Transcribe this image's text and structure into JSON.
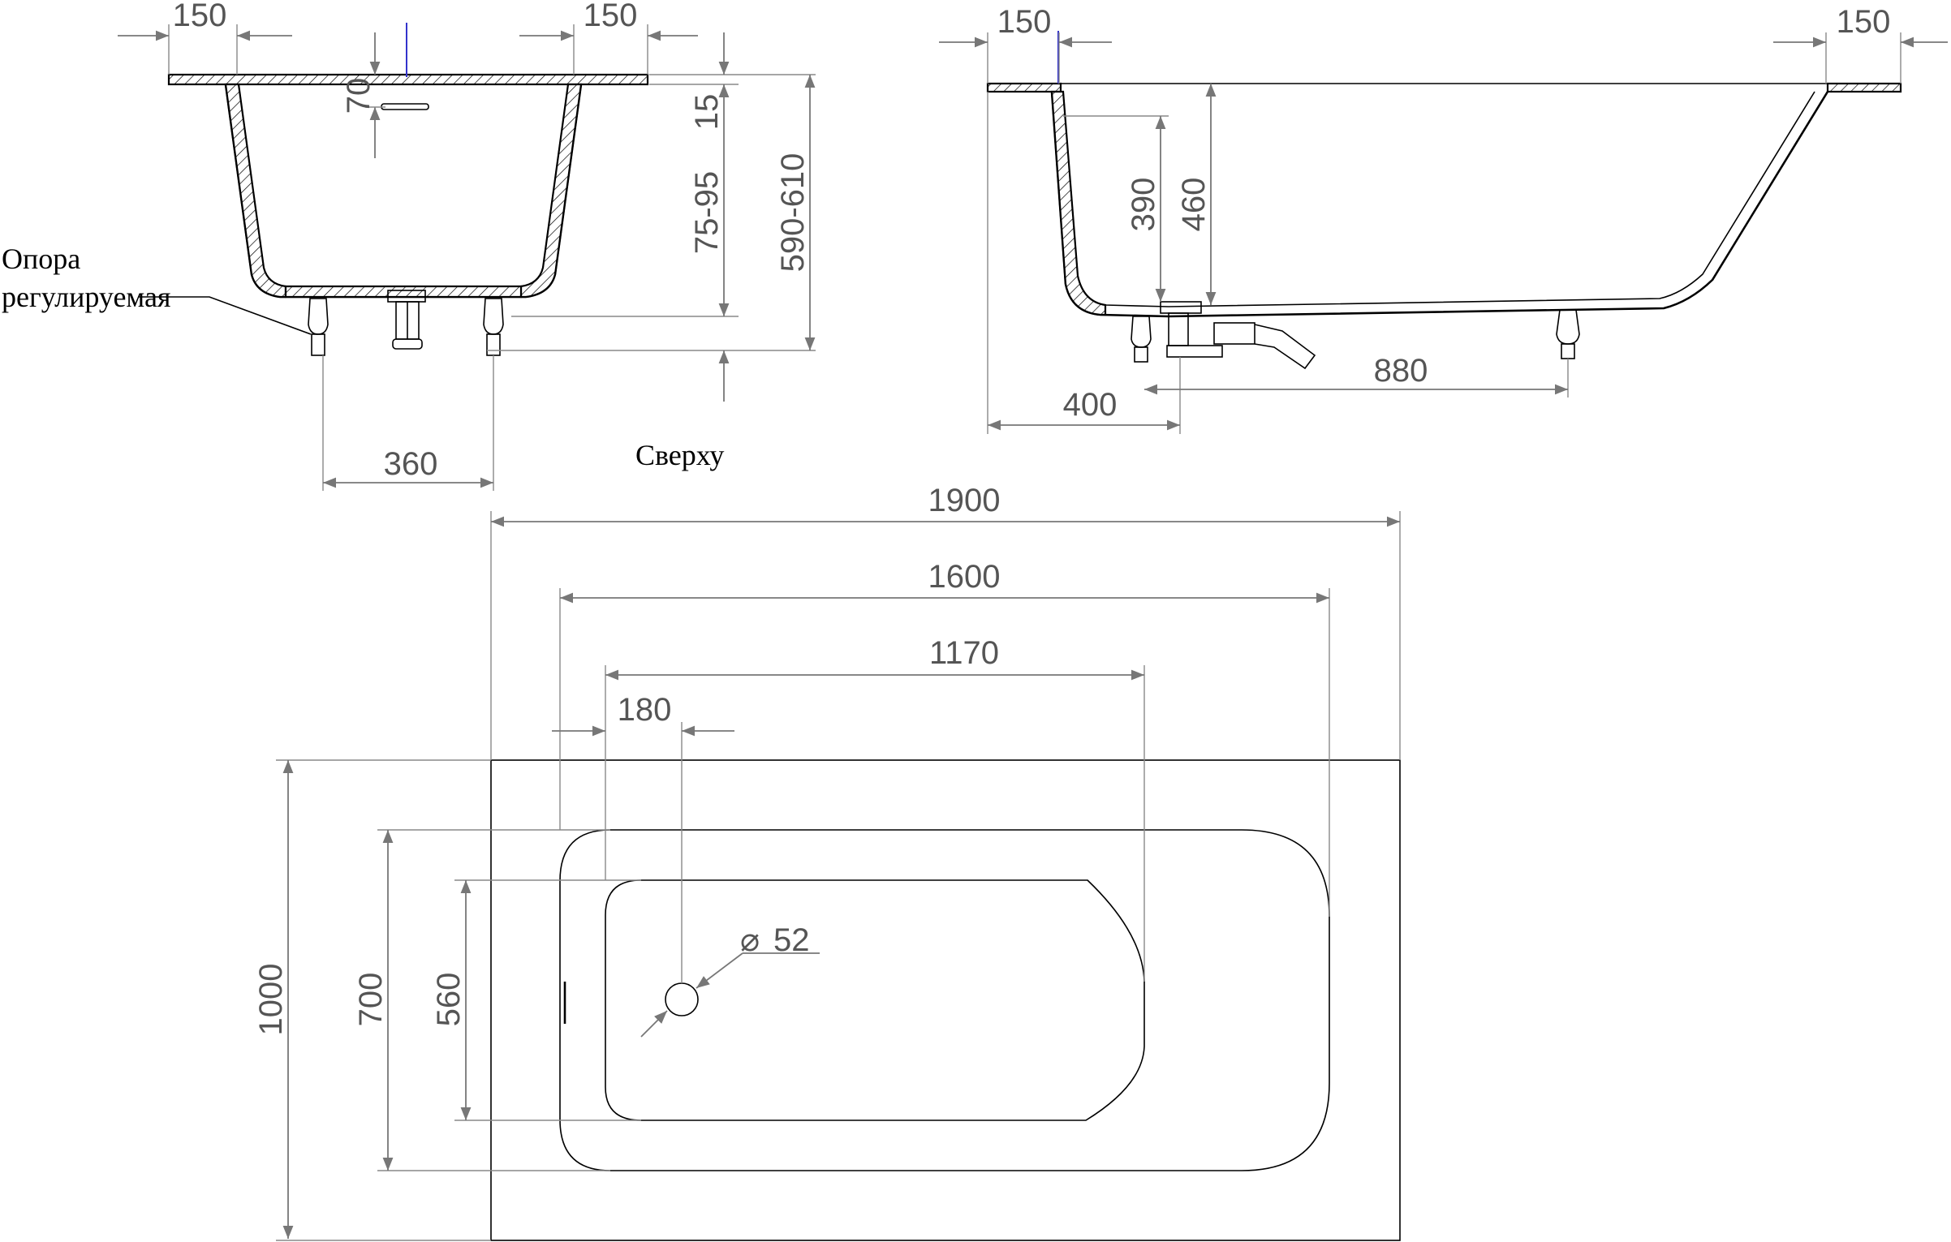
{
  "labels": {
    "support": [
      "Опора",
      "регулируемая"
    ],
    "top_view": "Сверху",
    "diameter_symbol": "⌀"
  },
  "dims": {
    "front": {
      "rim_left": "150",
      "rim_right": "150",
      "overflow_height": "70",
      "rim_thickness": "15",
      "leg_adjust": "75-95",
      "total_height": "590-610",
      "leg_spacing": "360"
    },
    "side": {
      "rim_left": "150",
      "rim_right": "150",
      "depth_390": "390",
      "depth_460": "460",
      "drain_offset": "400",
      "leg_spacing": "880"
    },
    "top": {
      "length_total": "1900",
      "length_inner": "1600",
      "length_bottom": "1170",
      "drain_from_end": "180",
      "drain_diameter": "52",
      "width_total": "1000",
      "width_inner": "700",
      "width_bottom": "560"
    }
  },
  "colors": {
    "outline": "#000000",
    "dimension": "#777777",
    "accent": "#3333cc"
  }
}
